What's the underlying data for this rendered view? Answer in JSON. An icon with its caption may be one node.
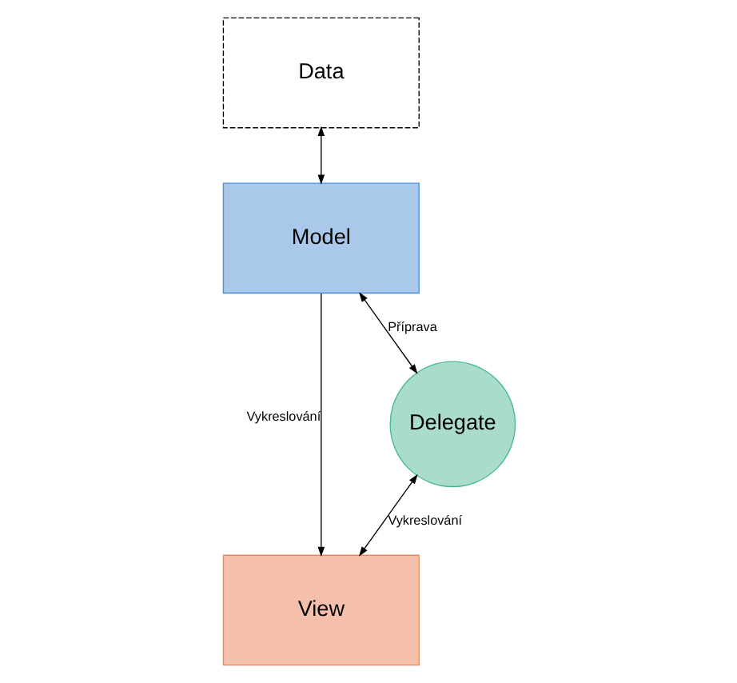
{
  "diagram": {
    "nodes": [
      {
        "text": [
          "Data"
        ]
      },
      {
        "text": [
          "Model"
        ]
      },
      {
        "text": [
          "View"
        ]
      },
      {
        "text": [
          "Delegate"
        ]
      }
    ],
    "edges": [
      {
        "from": 0,
        "to": 1,
        "arrow": "both"
      },
      {
        "from": 1,
        "to": 2,
        "arrow": "to",
        "label": "Vykreslování"
      },
      {
        "from": 1,
        "to": 3,
        "arrow": "both",
        "label": "Příprava"
      },
      {
        "from": 3,
        "to": 2,
        "arrow": "both",
        "label": "Vykreslování"
      }
    ]
  }
}
